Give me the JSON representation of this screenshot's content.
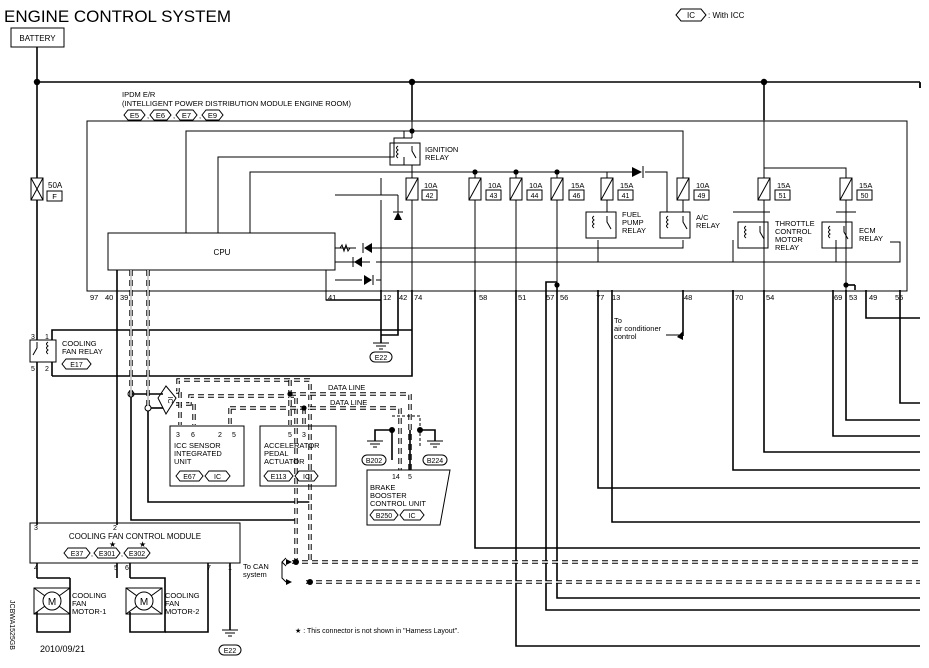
{
  "title": "ENGINE CONTROL SYSTEM",
  "legend": {
    "tag": "IC",
    "text": ": With ICC"
  },
  "battery": "BATTERY",
  "fuse_main": {
    "amp": "50A",
    "id": "F"
  },
  "ipdm": {
    "line1": "IPDM E/R",
    "line2": "(INTELLIGENT POWER DISTRIBUTION MODULE ENGINE ROOM)",
    "connectors": [
      "E5",
      "E6",
      "E7",
      "E9"
    ],
    "cpu": "CPU",
    "fuses": [
      {
        "amp": "10A",
        "id": "42"
      },
      {
        "amp": "10A",
        "id": "43"
      },
      {
        "amp": "10A",
        "id": "44"
      },
      {
        "amp": "15A",
        "id": "46"
      },
      {
        "amp": "15A",
        "id": "41"
      },
      {
        "amp": "10A",
        "id": "49"
      },
      {
        "amp": "15A",
        "id": "51"
      },
      {
        "amp": "15A",
        "id": "50"
      }
    ],
    "relays": {
      "ignition": [
        "IGNITION",
        "RELAY"
      ],
      "fuel_pump": [
        "FUEL",
        "PUMP",
        "RELAY"
      ],
      "ac": [
        "A/C",
        "RELAY"
      ],
      "throttle": [
        "THROTTLE",
        "CONTROL",
        "MOTOR",
        "RELAY"
      ],
      "ecm": [
        "ECM",
        "RELAY"
      ]
    },
    "terminals": [
      "97",
      "40",
      "39",
      "41",
      "12",
      "42",
      "74",
      "58",
      "51",
      "57",
      "56",
      "77",
      "13",
      "48",
      "70",
      "54",
      "69",
      "53",
      "49",
      "55"
    ]
  },
  "ac_note": [
    "To",
    "air conditioner",
    "control"
  ],
  "cooling_fan_relay": {
    "lines": [
      "COOLING",
      "FAN RELAY"
    ],
    "connector": "E17",
    "pins": [
      "3",
      "1",
      "5",
      "2"
    ]
  },
  "ground_e22": "E22",
  "data_line": "DATA LINE",
  "ic_tag": "IC",
  "icc_sensor": {
    "lines": [
      "ICC SENSOR",
      "INTEGRATED",
      "UNIT"
    ],
    "connector": "E67",
    "pins": [
      "3",
      "6",
      "2",
      "5"
    ]
  },
  "accel": {
    "lines": [
      "ACCELERATOR",
      "PEDAL",
      "ACTUATOR"
    ],
    "connector": "E113",
    "pins": [
      "5",
      "3"
    ]
  },
  "brake": {
    "lines": [
      "BRAKE",
      "BOOSTER",
      "CONTROL UNIT"
    ],
    "connector": "B250",
    "pins": [
      "14",
      "5"
    ]
  },
  "ground_b202": "B202",
  "ground_b224": "B224",
  "cfcm": {
    "name": "COOLING FAN CONTROL MODULE",
    "connectors": [
      "E37",
      "E301",
      "E302"
    ],
    "pins": [
      "3",
      "2",
      "4",
      "5",
      "6",
      "7",
      "1"
    ]
  },
  "can_note": [
    "To CAN",
    "system"
  ],
  "motor_symbol": "M",
  "motor1": [
    "COOLING",
    "FAN",
    "MOTOR-1"
  ],
  "motor2": [
    "COOLING",
    "FAN",
    "MOTOR-2"
  ],
  "footnote": "★ : This connector is not shown in \"Harness Layout\".",
  "date": "2010/09/21",
  "side_code": "JCBWA1525GB"
}
